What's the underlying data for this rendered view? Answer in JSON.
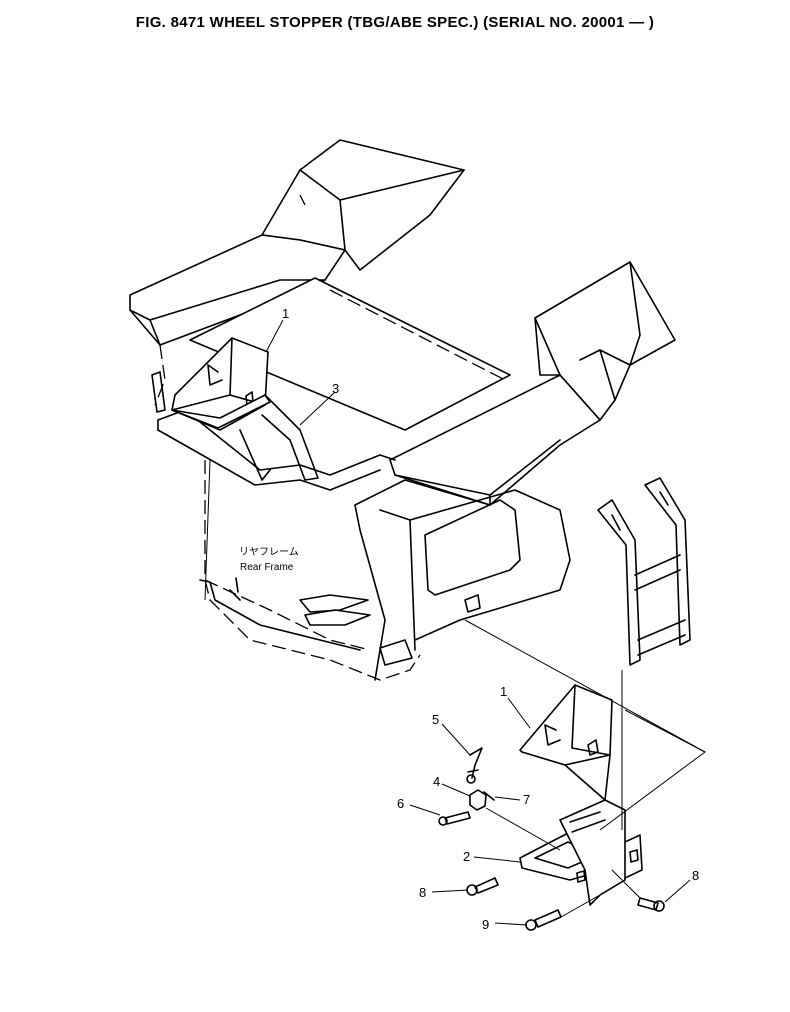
{
  "title": "FIG. 8471  WHEEL STOPPER (TBG/ABE SPEC.) (SERIAL NO. 20001 — )",
  "frame_label": {
    "japanese": "リヤフレーム",
    "english": "Rear Frame"
  },
  "callouts": [
    "1",
    "3",
    "1",
    "5",
    "4",
    "7",
    "6",
    "2",
    "8",
    "8",
    "9"
  ]
}
